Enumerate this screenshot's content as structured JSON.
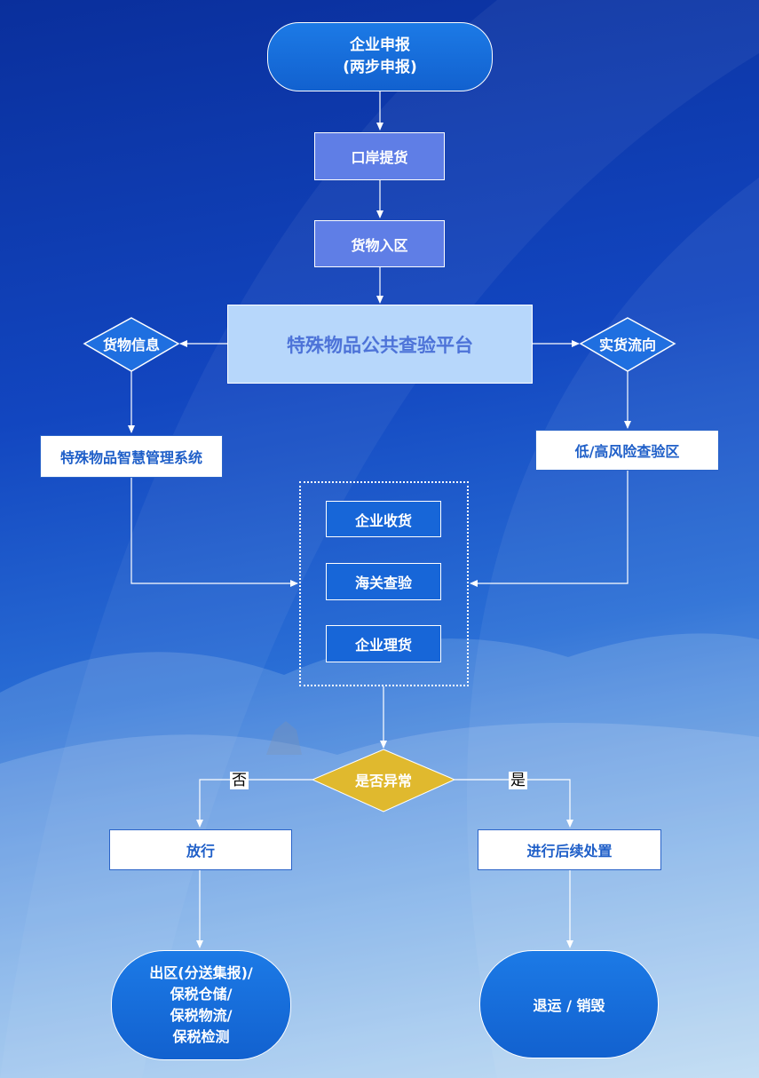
{
  "nodes": {
    "enterprise_declare": {
      "line1": "企业申报",
      "line2": "(两步申报)"
    },
    "port_pickup": "口岸提货",
    "goods_enter_zone": "货物入区",
    "platform": "特殊物品公共查验平台",
    "cargo_info": "货物信息",
    "actual_flow": "实货流向",
    "smart_mgmt_system": "特殊物品智慧管理系统",
    "risk_inspection_zone": "低/高风险查验区",
    "enterprise_receive": "企业收货",
    "customs_inspect": "海关查验",
    "enterprise_sort": "企业理货",
    "is_abnormal": "是否异常",
    "release": "放行",
    "follow_up": "进行后续处置",
    "exit_zone": {
      "l1": "出区(分送集报)/",
      "l2": "保税仓储/",
      "l3": "保税物流/",
      "l4": "保税检测"
    },
    "return_destroy": "退运 / 销毁"
  },
  "labels": {
    "no": "否",
    "yes": "是"
  },
  "colors": {
    "diamond_blue": "#1f6fe0",
    "diamond_yellow": "#e0b92e",
    "connector": "#ffffff"
  }
}
